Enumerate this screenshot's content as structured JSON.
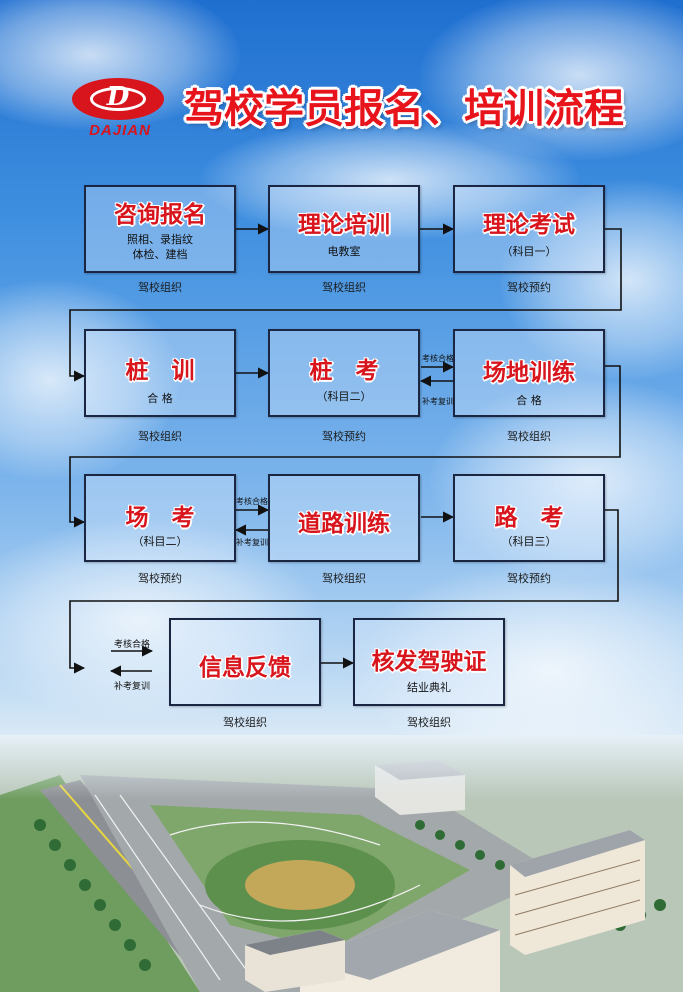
{
  "header": {
    "logo_glyph": "D",
    "logo_brand": "DAJIAN",
    "title": "驾校学员报名、培训流程"
  },
  "colors": {
    "title_red": "#e8141c",
    "box_label_red": "#d8141c",
    "box_border": "#1b2642",
    "sky_top": "#1f6fd0"
  },
  "steps": [
    {
      "label": "咨询报名",
      "sub": [
        "照相、录指纹",
        "体检、建档"
      ],
      "under": "驾校组织"
    },
    {
      "label": "理论培训",
      "sub": [
        "电教室"
      ],
      "under": "驾校组织"
    },
    {
      "label": "理论考试",
      "sub": [
        "（科目一）"
      ],
      "under": "驾校预约"
    },
    {
      "label": "桩　训",
      "sub": [
        "合 格"
      ],
      "under": "驾校组织"
    },
    {
      "label": "桩　考",
      "sub": [
        "（科目二）"
      ],
      "under": "驾校预约"
    },
    {
      "label": "场地训练",
      "sub": [
        "合 格"
      ],
      "under": "驾校组织"
    },
    {
      "label": "场　考",
      "sub": [
        "（科目二）"
      ],
      "under": "驾校预约"
    },
    {
      "label": "道路训练",
      "sub": [],
      "under": "驾校组织"
    },
    {
      "label": "路　考",
      "sub": [
        "（科目三）"
      ],
      "under": "驾校预约"
    },
    {
      "label": "信息反馈",
      "sub": [],
      "under": "驾校组织"
    },
    {
      "label": "核发驾驶证",
      "sub": [
        "结业典礼"
      ],
      "under": "驾校组织"
    }
  ],
  "arrow_notes": {
    "pass": "考核合格",
    "retake": "补考复训"
  }
}
